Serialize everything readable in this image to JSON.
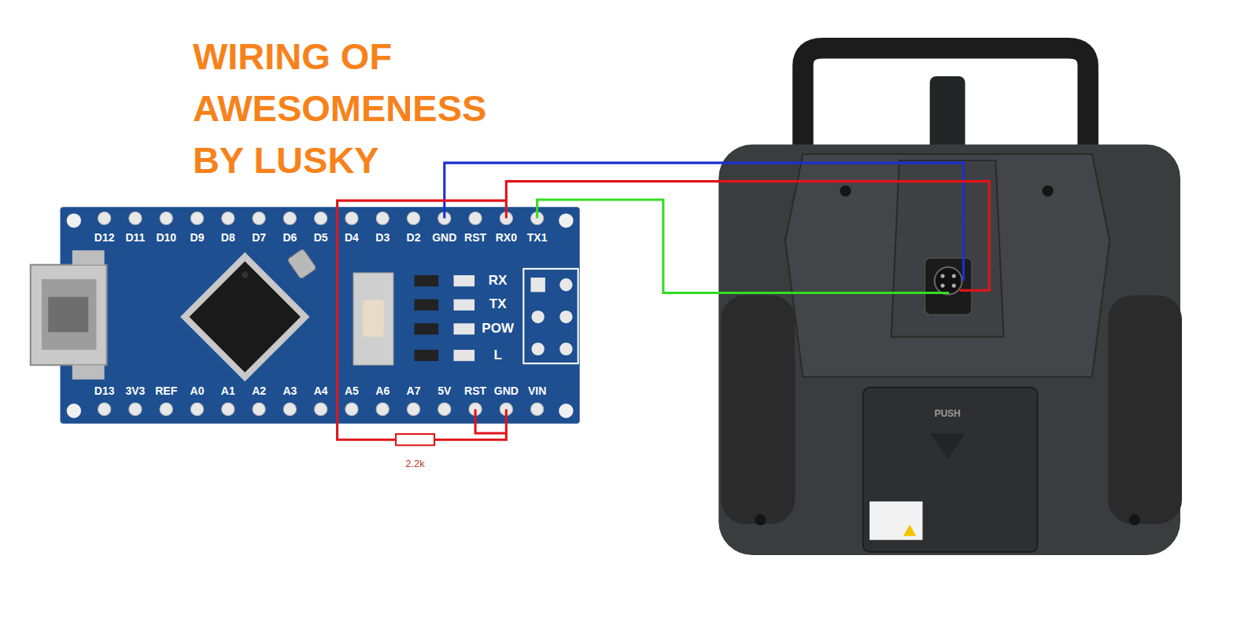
{
  "diagram": {
    "title": "WIRING OF AWESOMENESS BY LUSKY",
    "labels": [
      "D12",
      "D11",
      "D10",
      "D9",
      "D8",
      "D7",
      "D6",
      "D5",
      "D4",
      "D3",
      "D2",
      "GND",
      "RST",
      "RX0",
      "TX1",
      "RX",
      "TX",
      "POW",
      "L",
      "D13",
      "3V3",
      "REF",
      "A0",
      "A1",
      "A2",
      "A3",
      "A4",
      "A5",
      "A6",
      "A7",
      "5V",
      "RST",
      "GND",
      "VIN",
      "2.2k",
      "PUSH"
    ]
  }
}
